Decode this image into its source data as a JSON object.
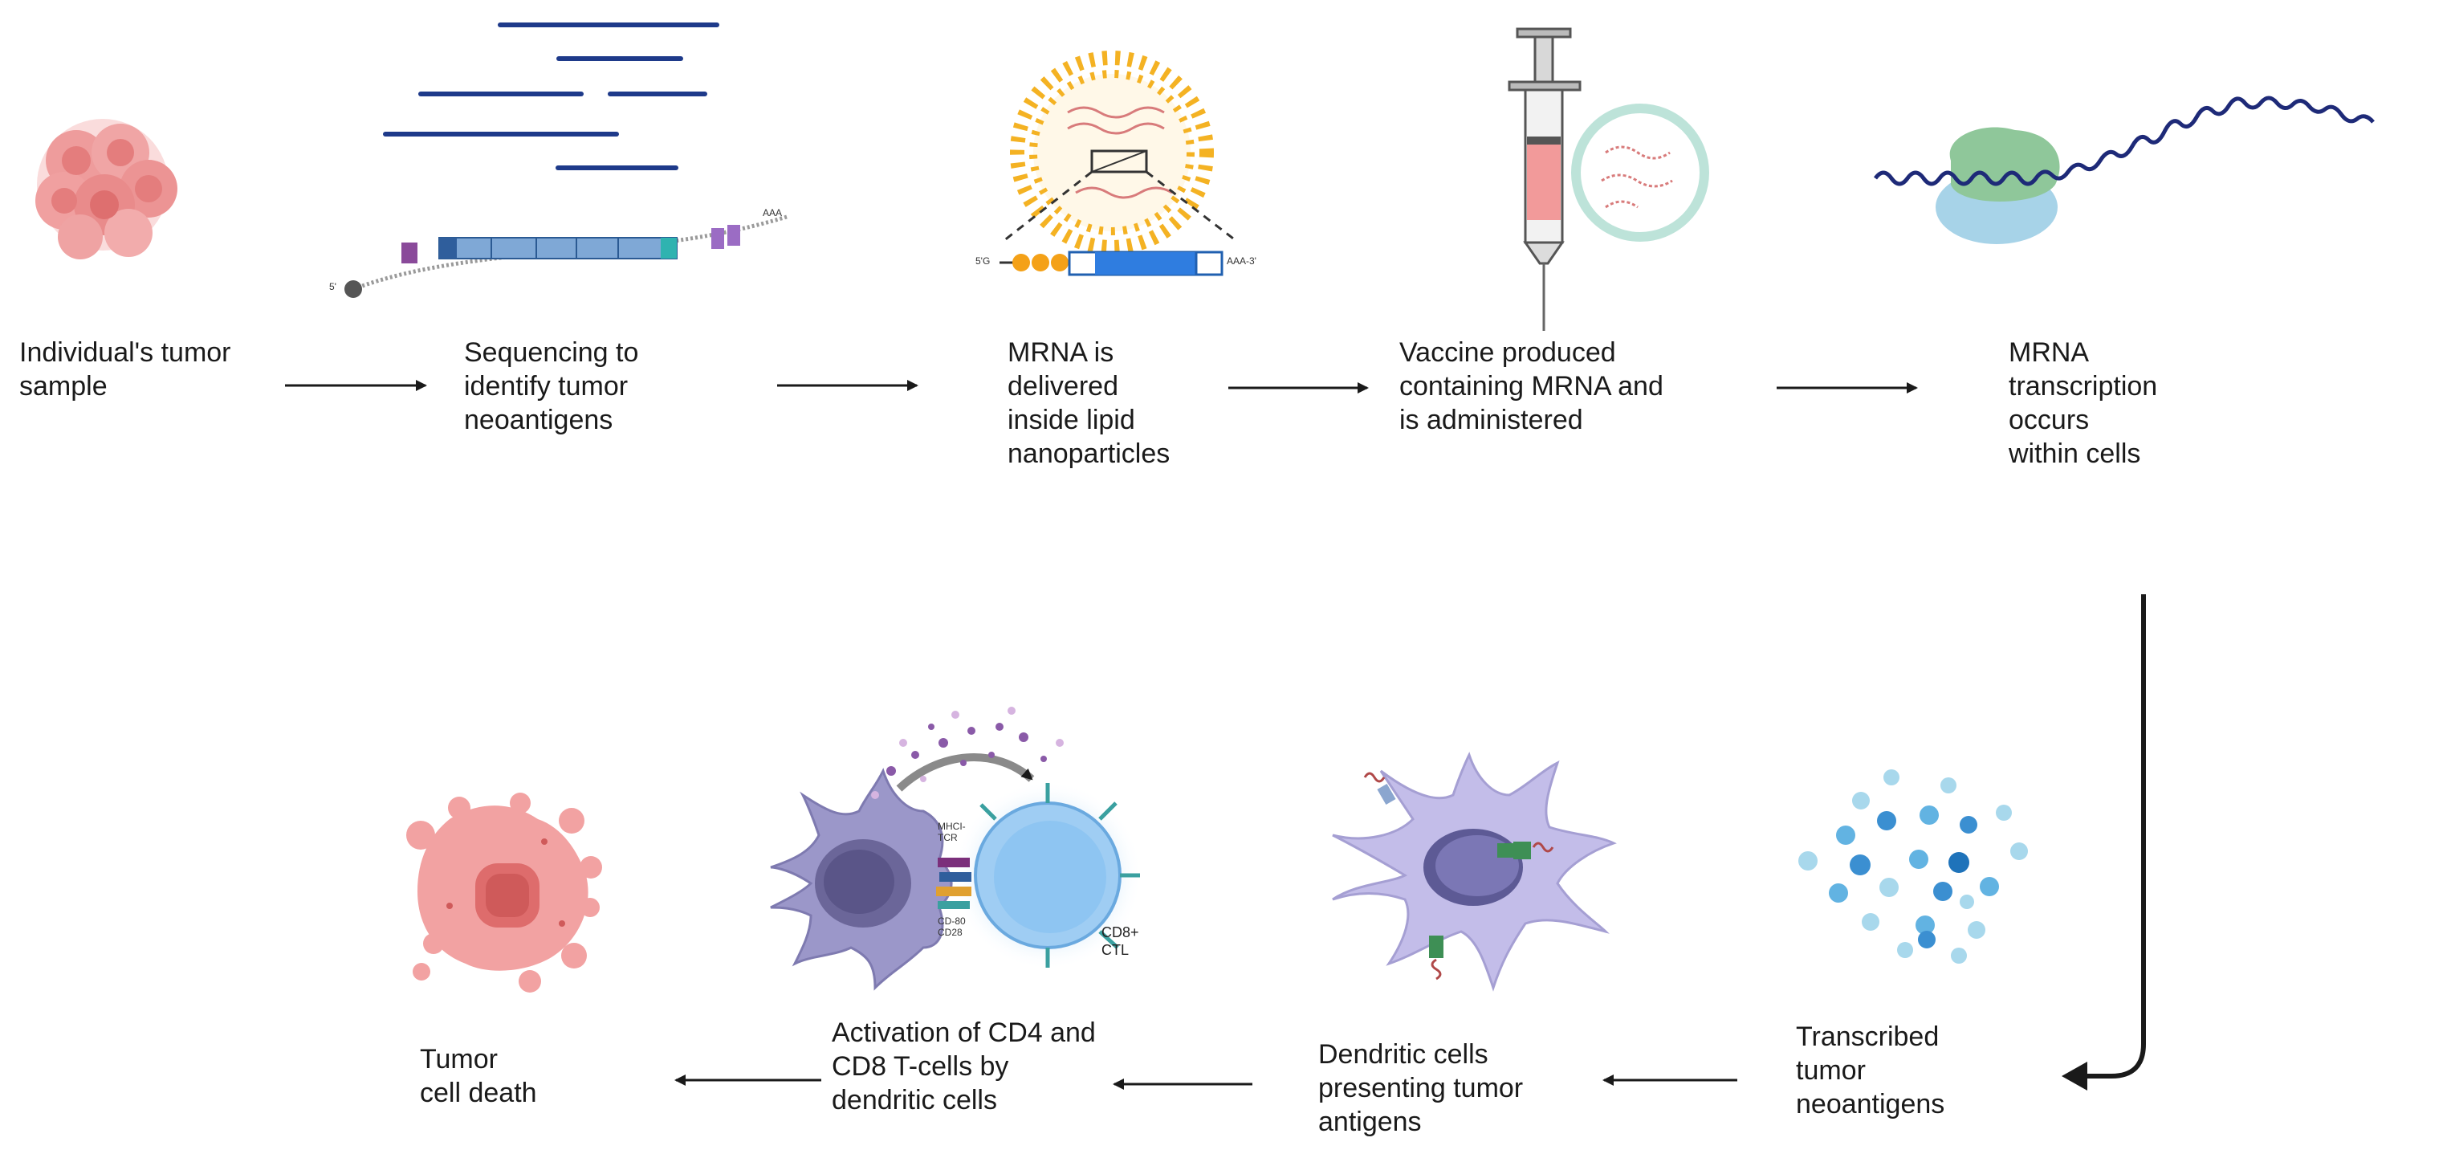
{
  "steps": [
    {
      "id": "tumor-sample",
      "label": "Individual's tumor\nsample"
    },
    {
      "id": "sequencing",
      "label": "Sequencing to\nidentify tumor\nneoantigens"
    },
    {
      "id": "mrna-delivered",
      "label": "MRNA is\ndelivered\ninside lipid\nnanoparticles"
    },
    {
      "id": "vaccine",
      "label": "Vaccine produced\ncontaining MRNA and\nis administered"
    },
    {
      "id": "transcription",
      "label": "MRNA\ntranscription\noccurs\nwithin cells"
    },
    {
      "id": "transcribed",
      "label": "Transcribed\ntumor\nneoantigens"
    },
    {
      "id": "dendritic",
      "label": "Dendritic cells\npresenting tumor\nantigens"
    },
    {
      "id": "activation",
      "label": "Activation of CD4 and\nCD8 T-cells by\ndendritic cells"
    },
    {
      "id": "death",
      "label": "Tumor\ncell death"
    }
  ],
  "tiny_labels": {
    "cd8ctl": "CD8+\nCTL",
    "mhc_tcr": "MHCI-\nTCR",
    "cd80_cd28": "CD-80\nCD28",
    "five_prime": "5'",
    "five_g": "5'G",
    "aaa": "AAA",
    "aaa3": "AAA-3'"
  },
  "colors": {
    "arrow": "#1a1a1a",
    "sequence_line": "#1e3a8a",
    "tumor": "#e88a8a",
    "lipid": "#f4b223",
    "ribosome_top": "#8fc79a",
    "ribosome_bottom": "#a7d3e8",
    "mrna_wave": "#1e2a78",
    "dendritic": "#b9b3e0",
    "tcell": "#8ec5f2",
    "neoantigen": "#3b8fd1"
  }
}
